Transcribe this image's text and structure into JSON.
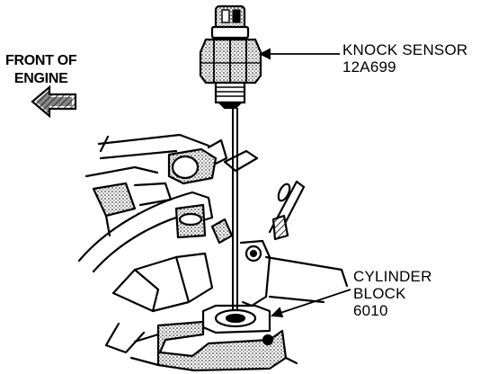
{
  "labels": {
    "front_of_engine": {
      "line1": "FRONT OF",
      "line2": "ENGINE"
    },
    "knock_sensor": {
      "name": "KNOCK SENSOR",
      "part_number": "12A699"
    },
    "cylinder_block": {
      "line1": "CYLINDER",
      "line2": "BLOCK",
      "part_number": "6010"
    }
  },
  "icons": {
    "direction_arrow": "arrow-left-icon"
  },
  "colors": {
    "ink": "#000000",
    "paper": "#ffffff"
  }
}
